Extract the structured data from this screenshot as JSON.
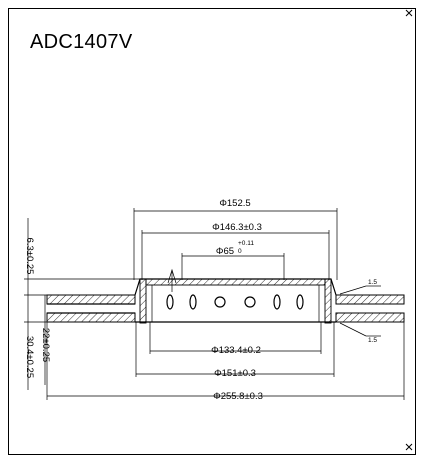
{
  "title": "ADC1407V",
  "dimensions": {
    "d_152_5": "Φ152.5",
    "d_146_3": "Φ146.3±0.3",
    "d_65": "Φ65",
    "d_65_tol_upper": "+0.11",
    "d_65_tol_lower": "0",
    "d_133_4": "Φ133.4±0.2",
    "d_151": "Φ151±0.3",
    "d_255_8": "Φ255.8±0.3",
    "thickness_6_3": "6.3±0.25",
    "thickness_22": "22±0.25",
    "thickness_30_4": "30.4±0.25",
    "runout_top": "1.5",
    "runout_bottom": "1.5"
  }
}
